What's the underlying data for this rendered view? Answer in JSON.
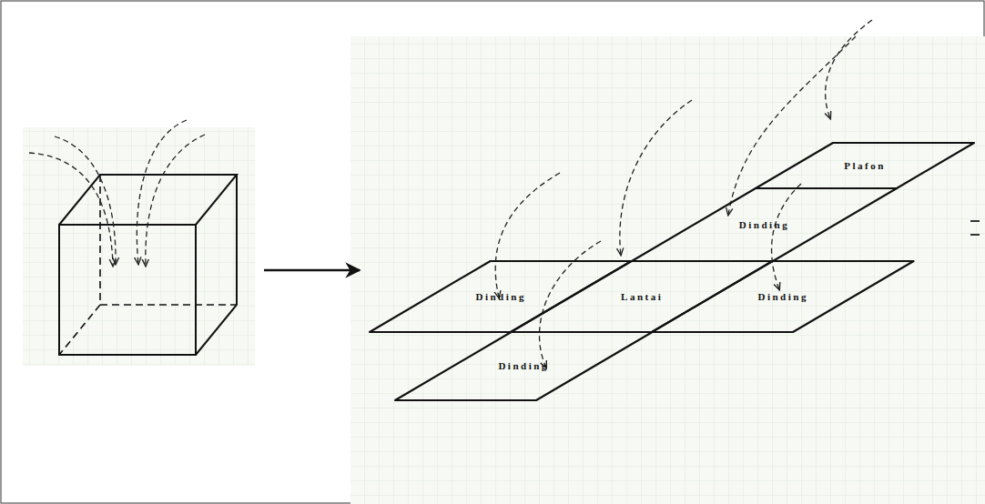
{
  "diagram": {
    "nodes": [
      {
        "text": [
          "Plafon"
        ]
      },
      {
        "text": [
          "Dinding"
        ]
      },
      {
        "text": [
          "Dinding"
        ]
      },
      {
        "text": [
          "Lantai"
        ]
      },
      {
        "text": [
          "Dinding"
        ]
      },
      {
        "text": [
          "Dinding"
        ]
      }
    ]
  }
}
